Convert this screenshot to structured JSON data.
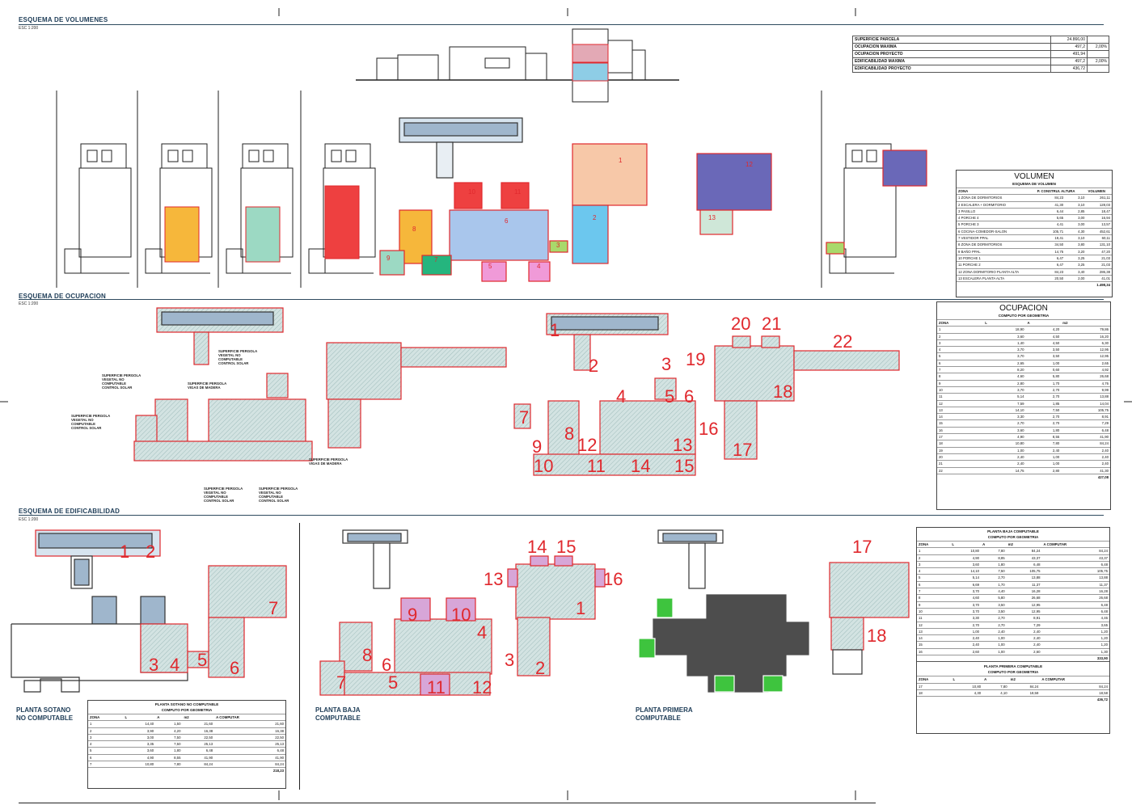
{
  "sections": {
    "volumenes": {
      "title": "ESQUEMA DE VOLUMENES",
      "scale": "ESC 1:200"
    },
    "ocupacion": {
      "title": "ESQUEMA DE OCUPACION",
      "scale": "ESC 1:200"
    },
    "edificabilidad": {
      "title": "ESQUEMA DE EDIFICABILIDAD",
      "scale": "ESC 1:200"
    }
  },
  "summary_table": {
    "rows": [
      {
        "label": "SUPERFICIE PARCELA",
        "value": "24.866,00",
        "pct": ""
      },
      {
        "label": "OCUPACION MAXIMA",
        "value": "497,2",
        "pct": "2,00%"
      },
      {
        "label": "OCUPACION PROYECTO",
        "value": "491,94",
        "pct": ""
      },
      {
        "label": "EDIFICABILIDAD MAXIMA",
        "value": "497,2",
        "pct": "2,00%"
      },
      {
        "label": "EDIFICABILIDAD PROYECTO",
        "value": "436,72",
        "pct": ""
      }
    ]
  },
  "volumen_table": {
    "title": "VOLUMEN",
    "subtitle": "ESQUEMA DE VOLUMEN",
    "headers": [
      "ZONA",
      "P. CONSTRUI. ALTURA",
      "VOLUMEN"
    ],
    "rows": [
      [
        "1 ZONA DE DORMITORIOS",
        "84,23",
        "3,10",
        "261,11"
      ],
      [
        "2 ESCALERA + DORMITORIO",
        "41,30",
        "3,10",
        "128,03"
      ],
      [
        "3 PASILLO",
        "6,44",
        "2,85",
        "18,47"
      ],
      [
        "4 PORCHE 4",
        "5,65",
        "3,00",
        "16,94"
      ],
      [
        "5 PORCHE 3",
        "4,41",
        "3,00",
        "13,57"
      ],
      [
        "6 COCINA-COMEDOR-SALON",
        "105,71",
        "4,30",
        "452,61"
      ],
      [
        "7 VESTIDOR PPAL",
        "19,41",
        "3,10",
        "60,11"
      ],
      [
        "8 ZONA DE DORMITORIOS",
        "34,50",
        "3,80",
        "131,10"
      ],
      [
        "9 BAÑO PPAL",
        "14,75",
        "3,20",
        "47,20"
      ],
      [
        "10 PORCHE 1",
        "6,47",
        "3,25",
        "21,03"
      ],
      [
        "11 PORCHE 2",
        "6,47",
        "3,25",
        "21,03"
      ],
      [
        "12 ZONA DORMITORIO PLANTA ALTA",
        "84,23",
        "3,40",
        "286,38"
      ],
      [
        "13 ESCALERA PLANTA ALTA",
        "20,50",
        "2,00",
        "41,01"
      ]
    ],
    "total": "1.498,34"
  },
  "ocupacion_table": {
    "title": "OCUPACION",
    "subtitle": "COMPUTO POR GEOMETRIA",
    "headers": [
      "ZONA",
      "L",
      "A",
      "m2"
    ],
    "rows": [
      [
        "1",
        "18,90",
        "4,20",
        "79,86"
      ],
      [
        "2",
        "3,60",
        "4,50",
        "16,20"
      ],
      [
        "3",
        "1,40",
        "4,50",
        "6,30"
      ],
      [
        "4",
        "3,70",
        "3,50",
        "12,95"
      ],
      [
        "5",
        "3,70",
        "3,50",
        "12,95"
      ],
      [
        "6",
        "2,65",
        "1,00",
        "2,65"
      ],
      [
        "7",
        "8,20",
        "0,60",
        "4,92"
      ],
      [
        "8",
        "4,60",
        "5,80",
        "26,68"
      ],
      [
        "9",
        "2,80",
        "1,70",
        "4,76"
      ],
      [
        "10",
        "3,70",
        "2,70",
        "9,99"
      ],
      [
        "11",
        "5,14",
        "2,70",
        "13,88"
      ],
      [
        "12",
        "7,59",
        "1,85",
        "14,04"
      ],
      [
        "13",
        "14,10",
        "7,50",
        "105,75"
      ],
      [
        "14",
        "3,30",
        "2,70",
        "8,91"
      ],
      [
        "15",
        "2,70",
        "2,70",
        "7,29"
      ],
      [
        "16",
        "3,60",
        "1,80",
        "6,48"
      ],
      [
        "17",
        "4,90",
        "8,55",
        "41,90"
      ],
      [
        "18",
        "10,80",
        "7,80",
        "84,24"
      ],
      [
        "19",
        "1,00",
        "2,40",
        "2,40"
      ],
      [
        "20",
        "2,40",
        "1,00",
        "2,40"
      ],
      [
        "21",
        "2,40",
        "1,00",
        "2,40"
      ],
      [
        "22",
        "14,75",
        "2,80",
        "41,30"
      ]
    ],
    "total": "427,08"
  },
  "baja_table": {
    "title": "PLANTA BAJA COMPUTABLE",
    "subtitle": "COMPUTO POR GEOMETRIA",
    "headers": [
      "ZONA",
      "L",
      "A",
      "m2",
      "A COMPUTAR"
    ],
    "rows": [
      [
        "1",
        "10,80",
        "7,80",
        "84,24",
        "84,24"
      ],
      [
        "2",
        "4,90",
        "8,85",
        "43,37",
        "43,37"
      ],
      [
        "3",
        "3,60",
        "1,80",
        "6,48",
        "6,48"
      ],
      [
        "4",
        "14,10",
        "7,50",
        "105,75",
        "105,75"
      ],
      [
        "5",
        "5,14",
        "2,70",
        "13,88",
        "13,88"
      ],
      [
        "6",
        "6,69",
        "1,70",
        "11,37",
        "11,37"
      ],
      [
        "7",
        "3,70",
        "4,40",
        "16,28",
        "16,28"
      ],
      [
        "8",
        "4,60",
        "5,80",
        "26,68",
        "26,68"
      ],
      [
        "9",
        "3,70",
        "3,50",
        "12,95",
        "6,48"
      ],
      [
        "10",
        "3,70",
        "3,50",
        "12,95",
        "6,48"
      ],
      [
        "11",
        "3,30",
        "2,70",
        "8,91",
        "4,46"
      ],
      [
        "12",
        "2,70",
        "2,70",
        "7,29",
        "3,65"
      ],
      [
        "13",
        "1,00",
        "2,40",
        "2,40",
        "1,20"
      ],
      [
        "14",
        "2,40",
        "1,00",
        "2,40",
        "1,20"
      ],
      [
        "15",
        "2,40",
        "1,00",
        "2,40",
        "1,20"
      ],
      [
        "16",
        "2,60",
        "1,00",
        "2,60",
        "1,30"
      ]
    ],
    "total": "333,90"
  },
  "primera_table": {
    "title": "PLANTA PRIMERA COMPUTABLE",
    "subtitle": "COMPUTO POR GEOMETRIA",
    "headers": [
      "ZONA",
      "L",
      "A",
      "m2",
      "A COMPUTAR"
    ],
    "rows": [
      [
        "17",
        "10,80",
        "7,80",
        "84,24",
        "84,24"
      ],
      [
        "18",
        "4,30",
        "4,10",
        "18,58",
        "18,58"
      ]
    ],
    "total": "436,72"
  },
  "sotano_table": {
    "title": "PLANTA SOTANO NO COMPUTABLE",
    "subtitle": "COMPUTO POR GEOMETRIA",
    "headers": [
      "ZONA",
      "L",
      "A",
      "m2",
      "A COMPUTAR"
    ],
    "rows": [
      [
        "1",
        "14,40",
        "1,50",
        "21,60",
        "21,60"
      ],
      [
        "2",
        "3,90",
        "4,20",
        "16,38",
        "16,38"
      ],
      [
        "3",
        "3,00",
        "7,50",
        "22,50",
        "22,50"
      ],
      [
        "4",
        "3,35",
        "7,50",
        "25,13",
        "25,13"
      ],
      [
        "5",
        "3,60",
        "1,80",
        "6,48",
        "6,48"
      ],
      [
        "6",
        "4,90",
        "8,55",
        "41,90",
        "41,90"
      ],
      [
        "7",
        "10,80",
        "7,80",
        "84,24",
        "84,24"
      ]
    ],
    "total": "218,23"
  },
  "plan_labels": {
    "sotano": [
      "PLANTA SOTANO",
      "NO COMPUTABLE"
    ],
    "baja": [
      "PLANTA BAJA",
      "COMPUTABLE"
    ],
    "primera": [
      "PLANTA PRIMERA",
      "COMPUTABLE"
    ]
  },
  "ocupacion_notes": [
    [
      "SUPERFICIE PERGOLA",
      "VEGETAL NO",
      "COMPUTABLE",
      "CONTROL SOLAR"
    ],
    [
      "SUPERFICIE PERGOLA",
      "VIGAS DE MADERA"
    ],
    [
      "SUPERFICIE PERGOLA",
      "VEGETAL NO",
      "COMPUTABLE",
      "CONTROL SOLAR"
    ],
    [
      "SUPERFICIE PERGOLA",
      "VEGETAL NO",
      "COMPUTABLE",
      "CONTROL SOLAR"
    ],
    [
      "SUPERFICIE PERGOLA",
      "VIGAS DE MADERA"
    ],
    [
      "SUPERFICIE PERGOLA",
      "VEGETAL NO",
      "COMPUTABLE",
      "CONTROL SOLAR"
    ],
    [
      "SUPERFICIE PERGOLA",
      "VEGETAL NO",
      "COMPUTABLE",
      "CONTROL SOLAR"
    ]
  ],
  "ocupacion_numbers": [
    "1",
    "2",
    "3",
    "4",
    "5",
    "6",
    "7",
    "8",
    "9",
    "10",
    "11",
    "12",
    "13",
    "14",
    "15",
    "16",
    "17",
    "18",
    "19",
    "20",
    "21",
    "22"
  ],
  "sotano_numbers": [
    "1",
    "2",
    "3",
    "4",
    "5",
    "6",
    "7"
  ],
  "baja_numbers": [
    "1",
    "2",
    "3",
    "4",
    "5",
    "6",
    "7",
    "8",
    "9",
    "10",
    "11",
    "12",
    "13",
    "14",
    "15",
    "16"
  ],
  "primera_numbers": [
    "17",
    "18"
  ],
  "volume_numbers": [
    "1",
    "2",
    "3",
    "4",
    "5",
    "6",
    "7",
    "8",
    "9",
    "10",
    "11",
    "12",
    "13"
  ],
  "colors": {
    "title": "#1d3c57",
    "zone_number": "#e0282d",
    "hatch": "#bfd6d4",
    "wall": "#333333"
  }
}
